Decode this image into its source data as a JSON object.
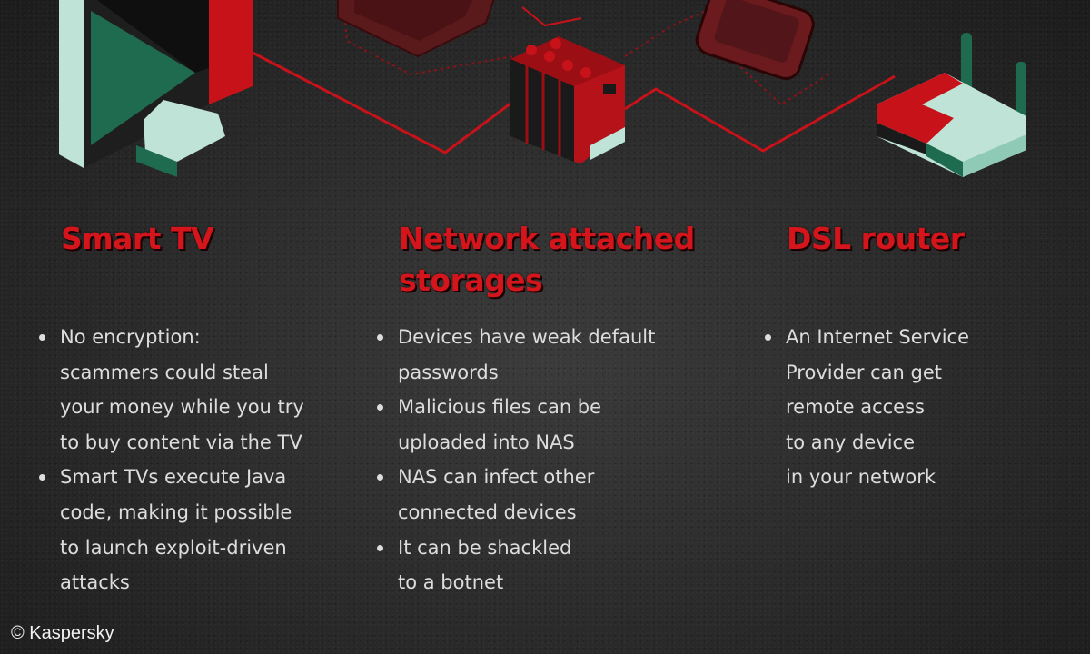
{
  "columns": [
    {
      "title": "Smart TV",
      "icon": "smart-tv-icon",
      "bullets": [
        "No encryption:\nscammers could steal\nyour money while you try\nto buy content via the TV",
        "Smart TVs execute Java\ncode, making it possible\nto launch exploit-driven\nattacks"
      ]
    },
    {
      "title": "Network attached storages",
      "icon": "nas-icon",
      "bullets": [
        "Devices have weak default\npasswords",
        "Malicious files can be\nuploaded into NAS",
        "NAS can infect other\nconnected devices",
        "It can be shackled\nto a botnet"
      ]
    },
    {
      "title": "DSL router",
      "icon": "router-icon",
      "bullets": [
        "An Internet Service\nProvider can get\nremote access\nto any device\nin your network"
      ]
    }
  ],
  "copyright": "© Kaspersky",
  "colors": {
    "accent": "#d4151b",
    "background": "#2e2e2e",
    "text": "#dddddd",
    "green": "#1f6b4f",
    "mint": "#bfe3d6"
  }
}
